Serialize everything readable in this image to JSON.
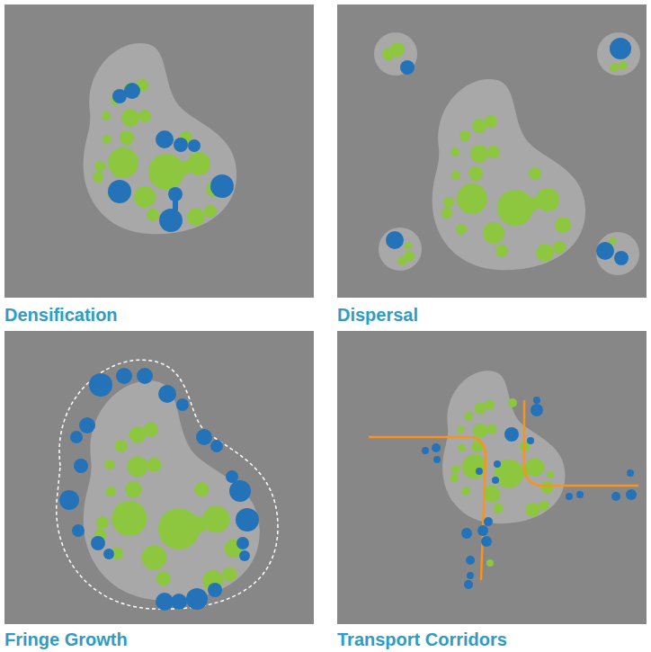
{
  "diagram": {
    "nodes": [
      {
        "text": [
          "Densification"
        ]
      },
      {
        "text": [
          "Dispersal"
        ]
      },
      {
        "text": [
          "Fringe Growth"
        ]
      },
      {
        "text": [
          "Transport Corridors"
        ]
      }
    ]
  }
}
